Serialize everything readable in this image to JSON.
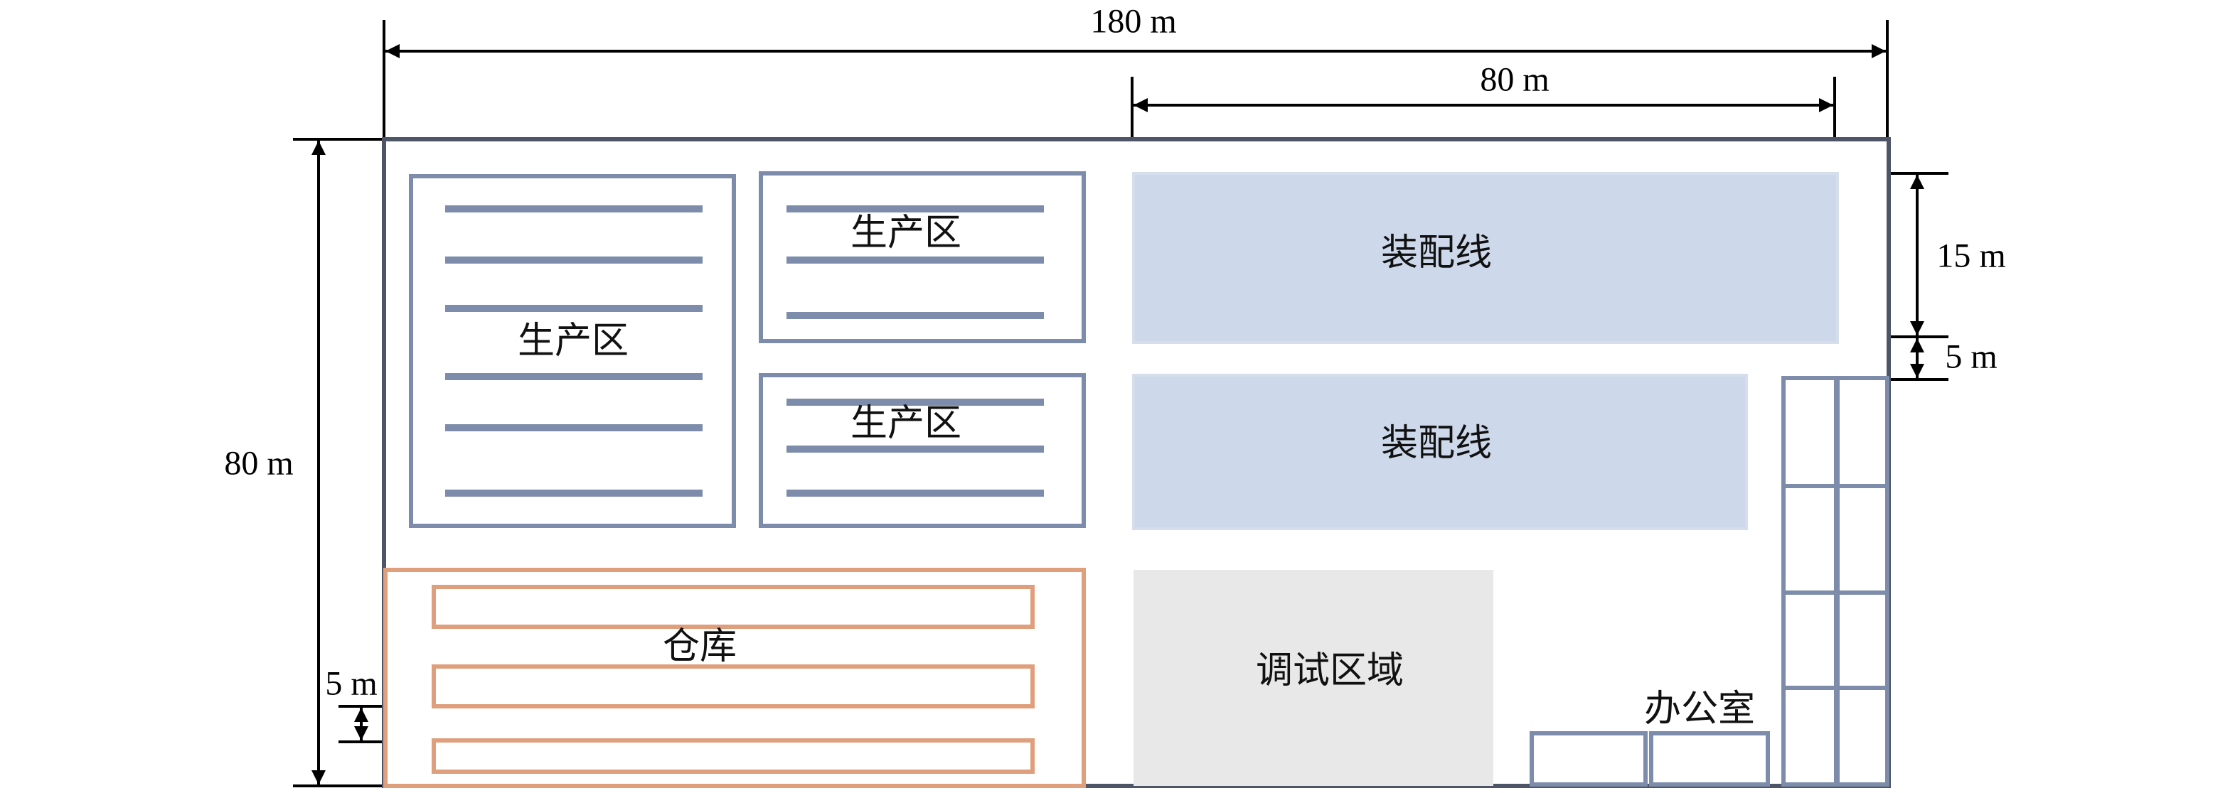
{
  "dimensions": {
    "total_width": "180 m",
    "assembly_width": "80 m",
    "total_height": "80 m",
    "assembly_line_height": "15 m",
    "assembly_gap": "5 m",
    "rack_gap": "5 m"
  },
  "zones": {
    "production_large": "生产区",
    "production_upper": "生产区",
    "production_lower": "生产区",
    "assembly_upper": "装配线",
    "assembly_lower": "装配线",
    "warehouse": "仓库",
    "debug_area": "调试区域",
    "office": "办公室"
  },
  "colors": {
    "building_outline": "#4d5566",
    "production": "#7c8caa",
    "assembly_fill": "#cdd8ea",
    "assembly_edge": "#d6deec",
    "warehouse": "#df9f7d",
    "debug_fill": "#e8e8e8",
    "dimension": "#000000"
  }
}
